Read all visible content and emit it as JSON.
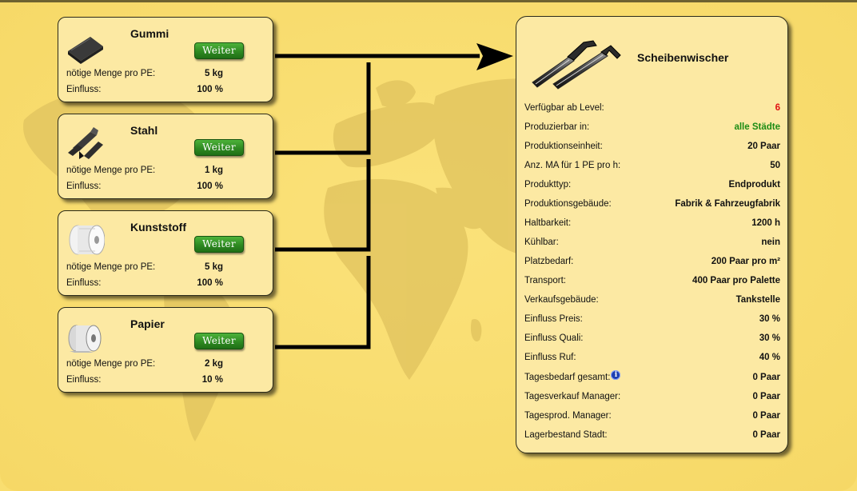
{
  "colors": {
    "background": "#f9de70",
    "card": "#fce9a3",
    "button": "#2f8a22",
    "level_value": "#e01010",
    "cities_value": "#1c8c14",
    "info_icon": "#1d3fb0"
  },
  "materials": [
    {
      "name": "Gummi",
      "icon": "rubber-sheet-icon",
      "button_label": "Weiter",
      "amount_label": "nötige Menge pro PE:",
      "amount_value": "5 kg",
      "influence_label": "Einfluss:",
      "influence_value": "100 %"
    },
    {
      "name": "Stahl",
      "icon": "steel-beam-icon",
      "button_label": "Weiter",
      "amount_label": "nötige Menge pro PE:",
      "amount_value": "1 kg",
      "influence_label": "Einfluss:",
      "influence_value": "100 %"
    },
    {
      "name": "Kunststoff",
      "icon": "plastic-roll-icon",
      "button_label": "Weiter",
      "amount_label": "nötige Menge pro PE:",
      "amount_value": "5 kg",
      "influence_label": "Einfluss:",
      "influence_value": "100 %"
    },
    {
      "name": "Papier",
      "icon": "paper-roll-icon",
      "button_label": "Weiter",
      "amount_label": "nötige Menge pro PE:",
      "amount_value": "2 kg",
      "influence_label": "Einfluss:",
      "influence_value": "10 %"
    }
  ],
  "product": {
    "name": "Scheibenwischer",
    "icon": "wiper-blade-icon",
    "rows": [
      {
        "label": "Verfügbar ab Level:",
        "value": "6",
        "style": "red"
      },
      {
        "label": "Produzierbar in:",
        "value": "alle Städte",
        "style": "green"
      },
      {
        "label": "Produktionseinheit:",
        "value": "20 Paar"
      },
      {
        "label": "Anz. MA für 1 PE pro h:",
        "value": "50"
      },
      {
        "label": "Produkttyp:",
        "value": "Endprodukt"
      },
      {
        "label": "Produktionsgebäude:",
        "value": "Fabrik & Fahrzeugfabrik"
      },
      {
        "label": "Haltbarkeit:",
        "value": "1200 h"
      },
      {
        "label": "Kühlbar:",
        "value": "nein"
      },
      {
        "label": "Platzbedarf:",
        "value": "200 Paar pro m²"
      },
      {
        "label": "Transport:",
        "value": "400 Paar pro Palette"
      },
      {
        "label": "Verkaufsgebäude:",
        "value": "Tankstelle"
      },
      {
        "label": "Einfluss Preis:",
        "value": "30 %"
      },
      {
        "label": "Einfluss Quali:",
        "value": "30 %"
      },
      {
        "label": "Einfluss Ruf:",
        "value": "40 %"
      },
      {
        "label": "Tagesbedarf gesamt:",
        "value": "0 Paar",
        "info": true,
        "info_glyph": "i"
      },
      {
        "label": "Tagesverkauf Manager:",
        "value": "0 Paar"
      },
      {
        "label": "Tagesprod. Manager:",
        "value": "0 Paar"
      },
      {
        "label": "Lagerbestand Stadt:",
        "value": "0 Paar"
      }
    ]
  }
}
